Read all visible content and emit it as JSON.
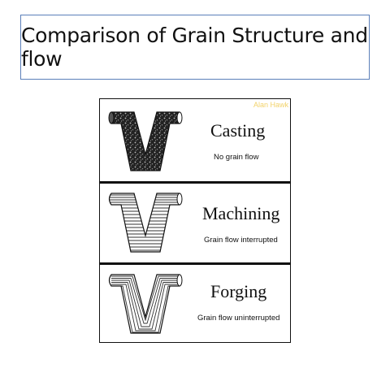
{
  "title": "Comparison of Grain Structure and flow",
  "watermark": "Alan Hawk",
  "rows": [
    {
      "name": "Casting",
      "caption": "No grain flow"
    },
    {
      "name": "Machining",
      "caption": "Grain flow interrupted"
    },
    {
      "name": "Forging",
      "caption": "Grain flow uninterrupted"
    }
  ]
}
